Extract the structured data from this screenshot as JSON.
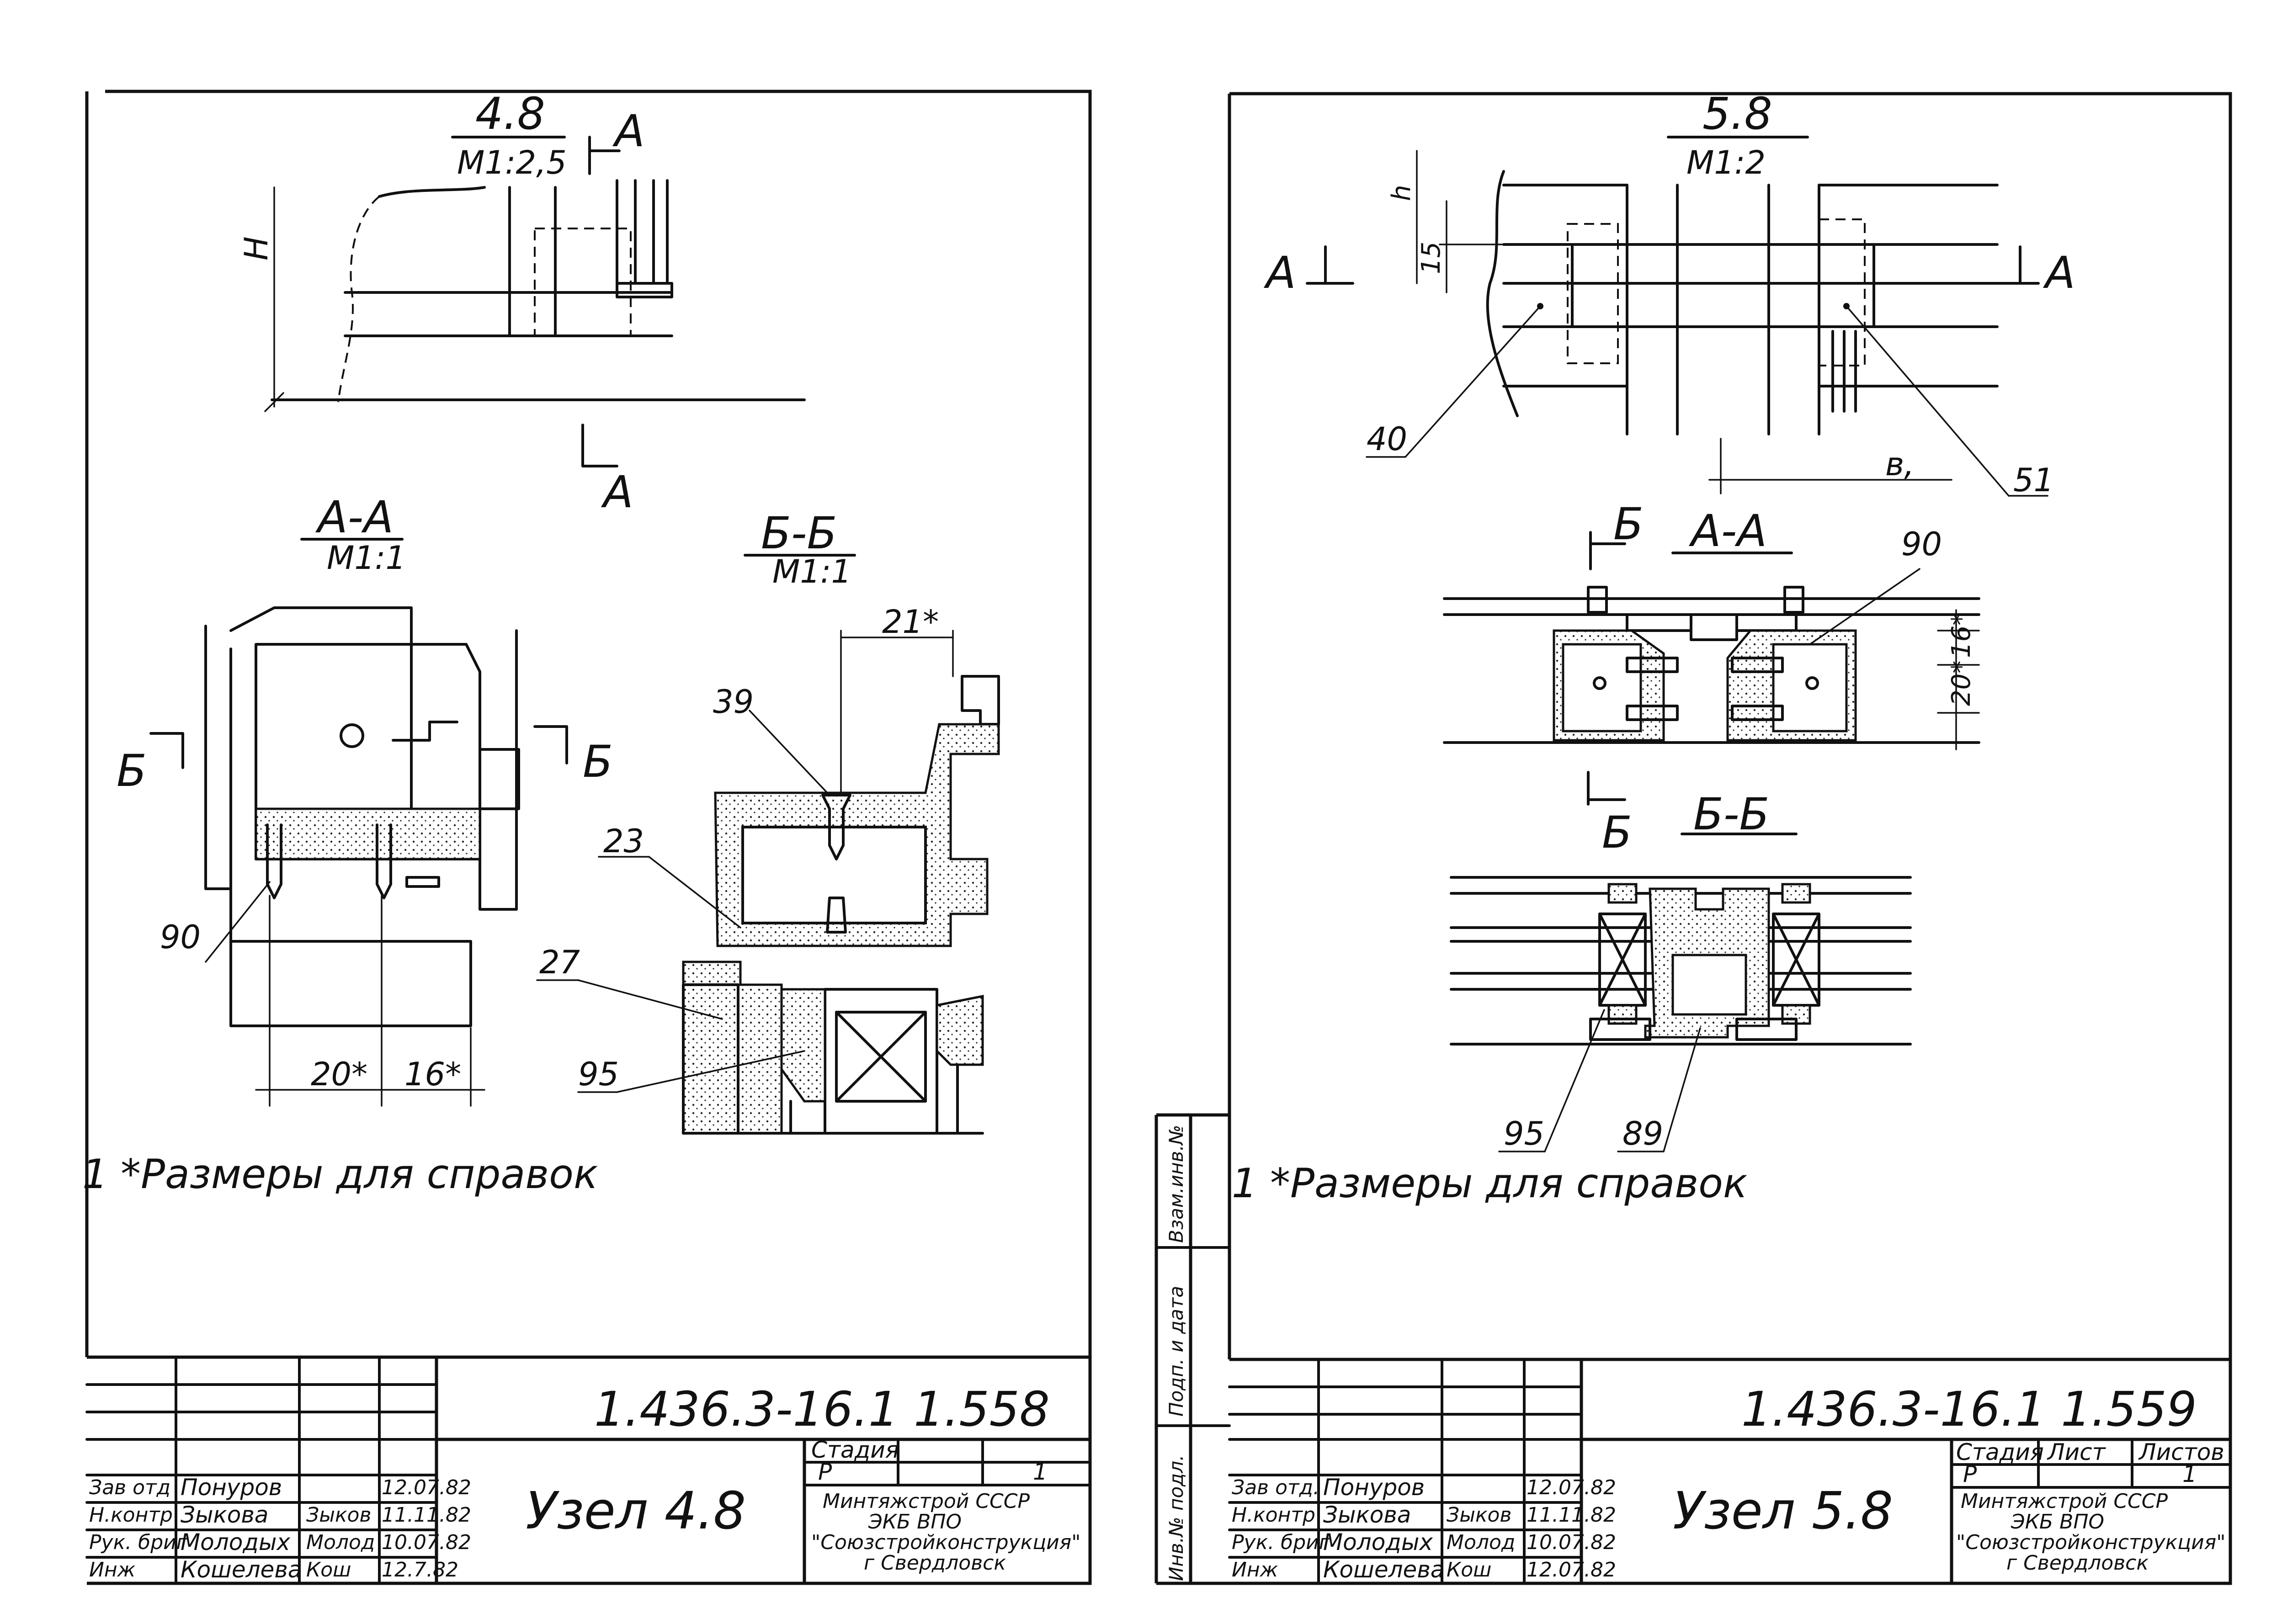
{
  "sheets": [
    {
      "node_header": "4.8",
      "scale_header": "M1:2,5",
      "cut_mark": "A",
      "dim_height": "H",
      "section_aa": {
        "title": "A-A",
        "scale": "M1:1",
        "cut_mark": "Б",
        "dim_left": "20*",
        "dim_right": "16*",
        "callouts": [
          "90"
        ]
      },
      "section_bb": {
        "title": "Б-Б",
        "scale": "M1:1",
        "dim_top": "21*",
        "callouts": [
          "39",
          "23",
          "27",
          "95"
        ]
      },
      "note": "1 *Размеры  для  справок",
      "title_block": {
        "code": "1.436.3-16.1 1.558",
        "name": "Узел 4.8",
        "stage_label": "Стадия",
        "stage": "Р",
        "sheet": "1",
        "org_lines": [
          "Минтяжстрой СССР",
          "ЭКБ ВПО",
          "\"Союзстройконструкция\"",
          "г Свердловск"
        ],
        "roles": [
          {
            "role": "Зав отд",
            "name": "Понуров",
            "sign": "",
            "date": "12.07.82"
          },
          {
            "role": "Н.контр",
            "name": "Зыкова",
            "sign": "Зыков",
            "date": "11.11.82"
          },
          {
            "role": "Рук. бриг",
            "name": "Молодых",
            "sign": "Молод",
            "date": "10.07.82"
          },
          {
            "role": "Инж",
            "name": "Кошелева",
            "sign": "Кош",
            "date": "12.7.82"
          }
        ]
      }
    },
    {
      "node_header": "5.8",
      "scale_header": "M1:2",
      "cut_mark": "A",
      "dim_h": "h",
      "dim_15": "15",
      "dim_b": "в,",
      "callouts_top": [
        "40",
        "51"
      ],
      "section_aa": {
        "title": "A-A",
        "cut_mark": "Б",
        "dim_16": "16*",
        "dim_20": "20*",
        "callouts": [
          "90"
        ]
      },
      "section_bb": {
        "title": "Б-Б",
        "callouts": [
          "95",
          "89"
        ]
      },
      "note": "1 *Размеры  для  справок",
      "side_stamps": [
        "Взам.инв.№",
        "Подп. и дата",
        "Инв.№ подл."
      ],
      "title_block": {
        "code": "1.436.3-16.1 1.559",
        "name": "Узел 5.8",
        "stage_label": "Стадия",
        "sheet_label": "Лист",
        "sheets_label": "Листов",
        "stage": "Р",
        "sheet": "1",
        "org_lines": [
          "Минтяжстрой СССР",
          "ЭКБ ВПО",
          "\"Союзстройконструкция\"",
          "г Свердловск"
        ],
        "roles": [
          {
            "role": "Зав отд.",
            "name": "Понуров",
            "sign": "",
            "date": "12.07.82"
          },
          {
            "role": "Н.контр",
            "name": "Зыкова",
            "sign": "Зыков",
            "date": "11.11.82"
          },
          {
            "role": "Рук. бриг",
            "name": "Молодых",
            "sign": "Молод",
            "date": "10.07.82"
          },
          {
            "role": "Инж",
            "name": "Кошелева",
            "sign": "Кош",
            "date": "12.07.82"
          }
        ]
      }
    }
  ]
}
